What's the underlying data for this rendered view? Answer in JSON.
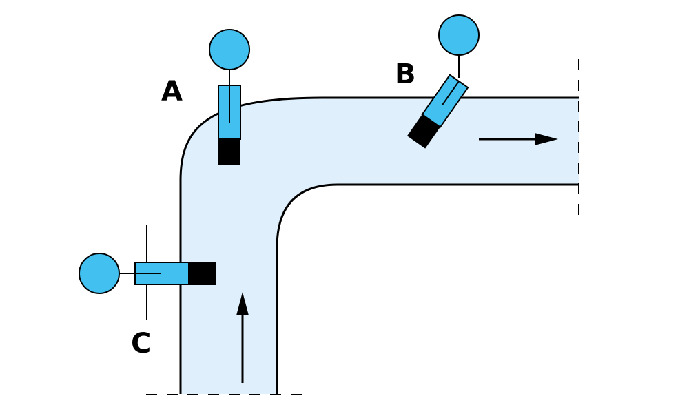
{
  "labels": {
    "a": "A",
    "b": "B",
    "c": "C"
  },
  "colors": {
    "pipe_fill": "#dff0fc",
    "device_blue": "#42c0f0",
    "stroke": "#000000"
  },
  "icons": {
    "flow_arrows": "arrow-icon"
  }
}
